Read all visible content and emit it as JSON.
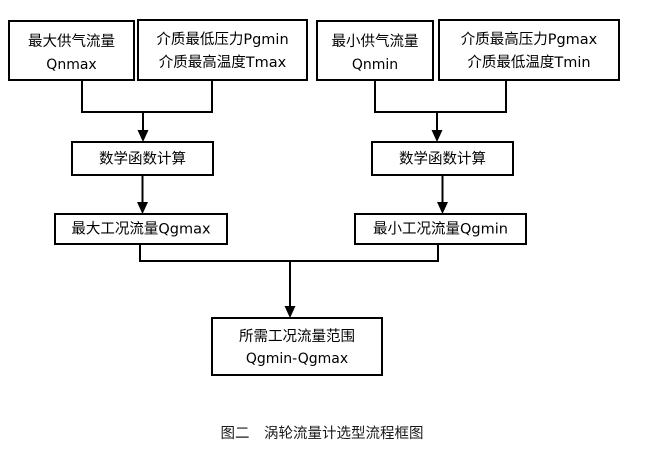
{
  "figure": {
    "caption": "图二　涡轮流量计选型流程框图",
    "caption_label": "图二",
    "caption_title": "涡轮流量计选型流程框图",
    "background_color": "#ffffff",
    "line_color": "#000000",
    "box_fill_color": "#ffffff"
  },
  "nodes": {
    "max_supply_flow": {
      "line1": "最大供气流量",
      "line2": "Qnmax"
    },
    "medium_min_pressure": {
      "line1": "介质最低压力Pgmin",
      "line2": "介质最高温度Tmax"
    },
    "min_supply_flow": {
      "line1": "最小供气流量",
      "line2": "Qnmin"
    },
    "medium_max_pressure": {
      "line1": "介质最高压力Pgmax",
      "line2": "介质最低温度Tmin"
    },
    "math_calc_left": {
      "line1": "数学函数计算"
    },
    "math_calc_right": {
      "line1": "数学函数计算"
    },
    "max_working_flow": {
      "line1": "最大工况流量Qgmax"
    },
    "min_working_flow": {
      "line1": "最小工况流量Qgmin"
    },
    "required_range": {
      "line1": "所需工况流量范围",
      "line2": "Qgmin-Qgmax"
    }
  }
}
